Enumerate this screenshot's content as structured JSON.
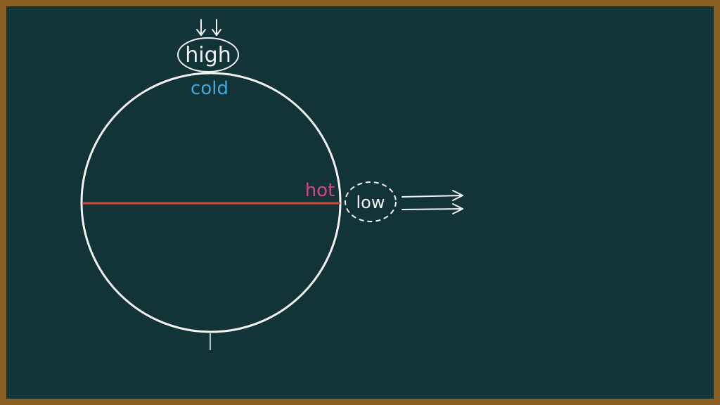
{
  "colors": {
    "board": "#133437",
    "frame": "#8a5f22",
    "chalk_white": "#f2f2f2",
    "cold": "#3fa9e0",
    "hot": "#d0487a",
    "equator": "#d24a3c"
  },
  "labels": {
    "high": "high",
    "cold": "cold",
    "hot": "hot",
    "low": "low"
  },
  "icons": {
    "downward_arrows": "double-down-arrow",
    "outward_arrows": "double-right-arrow"
  }
}
